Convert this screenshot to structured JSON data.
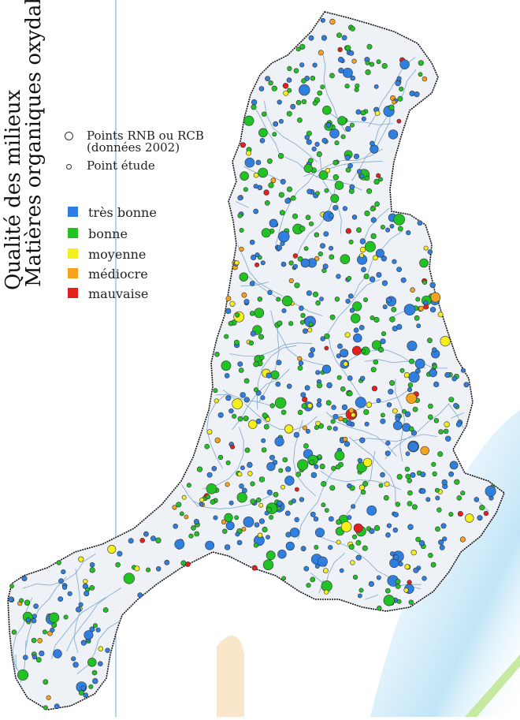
{
  "title": {
    "line1": "Qualité des milieux",
    "line2": "Matières organiques oxydables"
  },
  "legend": {
    "symbols": [
      {
        "label": "Points RNB ou RCB",
        "sub": "(données 2002)",
        "kind": "large"
      },
      {
        "label": "Point étude",
        "kind": "small"
      }
    ],
    "classes": [
      {
        "label": "très bonne",
        "color": "#2f7fe0"
      },
      {
        "label": "bonne",
        "color": "#21c324"
      },
      {
        "label": "moyenne",
        "color": "#f5ef1c"
      },
      {
        "label": "médiocre",
        "color": "#f5a31c"
      },
      {
        "label": "mauvaise",
        "color": "#e3201e"
      }
    ]
  },
  "colors": {
    "river": "#7fa6c9",
    "region_fill": "#eef2f7",
    "region_stroke": "#111111",
    "guide_line": "#6aa6e8"
  }
}
